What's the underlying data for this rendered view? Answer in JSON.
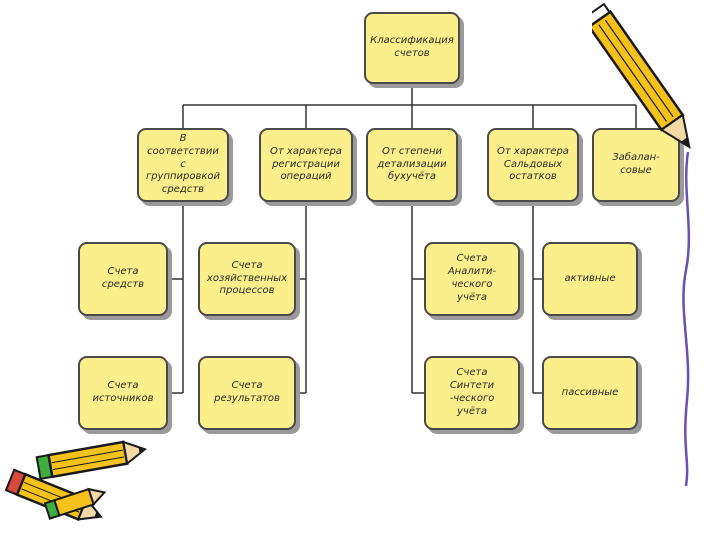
{
  "diagram": {
    "root": "Классификация\nсчетов",
    "categories": [
      "В соответствии\nс\nгруппировкой\nсредств",
      "От характера\nрегистрации\nопераций",
      "От степени\nдетализации\nбухучёта",
      "От характера\nСальдовых\nостатков",
      "Забалан-\nсовые"
    ],
    "items": [
      "Счета\nсредств",
      "Счета\nисточников",
      "Счета\nхозяйственных\nпроцессов",
      "Счета\nрезультатов",
      "Счета\nАналити-\nческого\nучёта",
      "Счета\nСинтети\n-ческого\nучёта",
      "активные",
      "пассивные"
    ]
  },
  "colors": {
    "box_fill": "#fbef8c",
    "box_border": "#4a4a4a",
    "box_shadow": "#9a9a9a",
    "connector": "#333333",
    "pencil_body": "#f5c21b",
    "pencil_outline": "#1a1a1a"
  },
  "icons": [
    "pencil-icon",
    "pencil-icon",
    "pencil-icon",
    "pencil-icon",
    "scribble-icon"
  ]
}
